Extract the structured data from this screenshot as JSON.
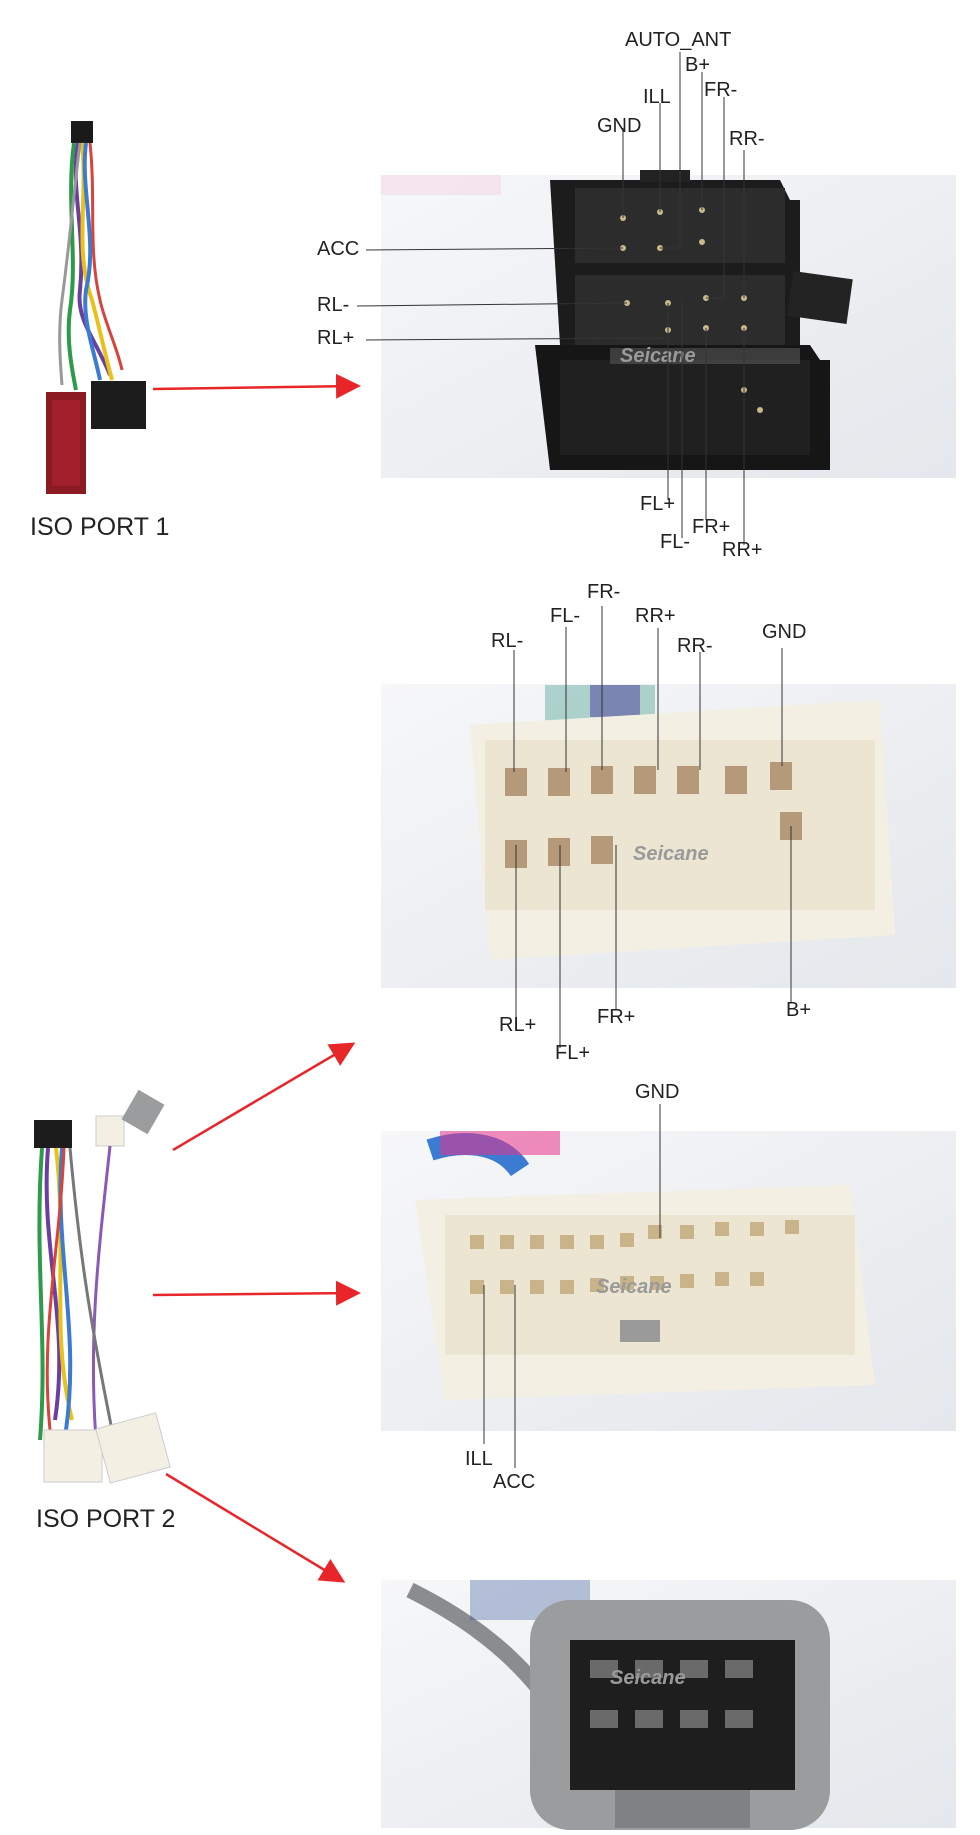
{
  "ports": {
    "port1": {
      "title": "ISO PORT 1"
    },
    "port2": {
      "title": "ISO PORT 2"
    }
  },
  "watermark": "Seicane",
  "connectors": {
    "iso_block": {
      "pins": [
        "AUTO_ANT",
        "B+",
        "ILL",
        "FR-",
        "GND",
        "RR-",
        "ACC",
        "RL-",
        "RL+",
        "FL+",
        "FR+",
        "FL-",
        "RR+"
      ]
    },
    "white_connector_1": {
      "pins": [
        "FR-",
        "RR+",
        "FL-",
        "RR-",
        "RL-",
        "GND",
        "FR+",
        "B+",
        "RL+",
        "FL+"
      ]
    },
    "white_connector_2": {
      "pins": [
        "GND",
        "ILL",
        "ACC"
      ]
    },
    "gray_connector": {
      "pins": []
    }
  },
  "colors": {
    "arrow": "#e8262a",
    "lead": "#333333",
    "photo_bg": "#eceff2",
    "iso_body": "#1c1c1c",
    "white_body": "#f3efe3",
    "gray_body": "#9a9c9e"
  }
}
